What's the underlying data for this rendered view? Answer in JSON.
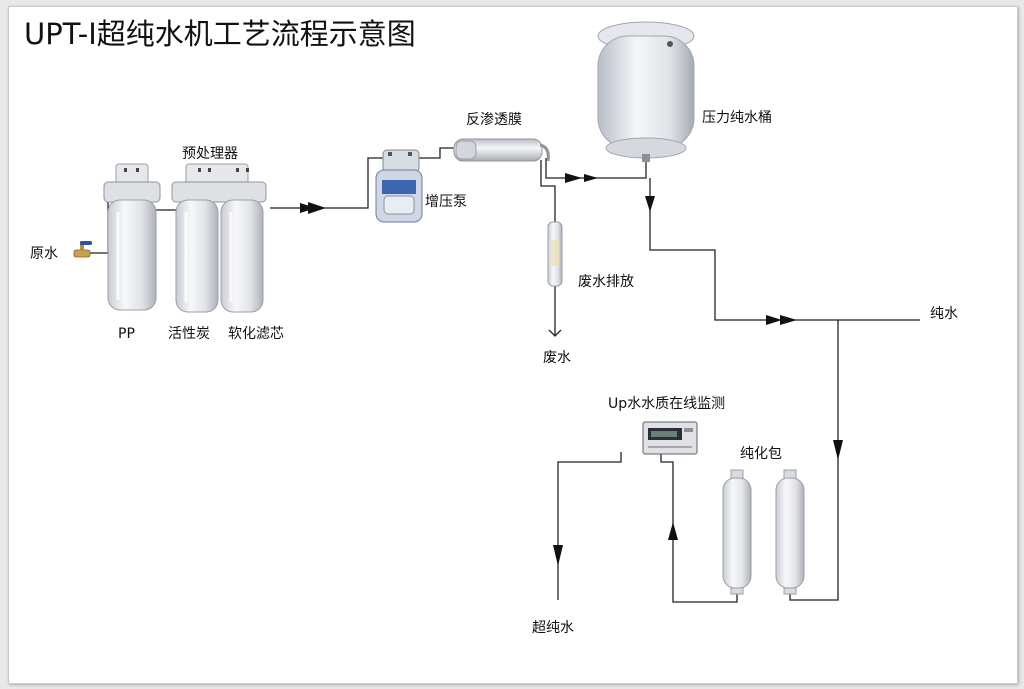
{
  "title": "UPT-I超纯水机工艺流程示意图",
  "labels": {
    "pretreatment": "预处理器",
    "raw_water": "原水",
    "pp": "PP",
    "carbon": "活性炭",
    "softener": "软化滤芯",
    "booster_pump": "增压泵",
    "ro_membrane": "反渗透膜",
    "pressure_tank": "压力纯水桶",
    "drain": "废水排放",
    "waste_water": "废水",
    "pure_water": "纯水",
    "monitor": "Up水水质在线监测",
    "polish": "纯化包",
    "ultrapure": "超纯水"
  },
  "colors": {
    "pipe": "#222222",
    "housing": "#e6e8ec",
    "tank": "#eef0f4",
    "background": "#ffffff"
  }
}
